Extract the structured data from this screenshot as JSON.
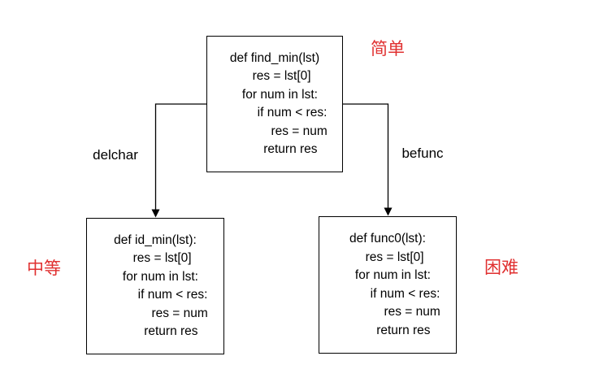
{
  "diagram": {
    "background": "#ffffff",
    "colors": {
      "difficulty_text": "#e03030",
      "node_border": "#000000",
      "code_text": "#000000",
      "connector": "#000000"
    },
    "nodes": {
      "root": {
        "difficulty_label": "简单",
        "code_lines": [
          "def find_min(lst)",
          "    res = lst[0]",
          "   for num in lst:",
          "          if num < res:",
          "              res = num",
          "         return res"
        ]
      },
      "left": {
        "difficulty_label": "中等",
        "code_lines": [
          "def id_min(lst):",
          "    res = lst[0]",
          "   for num in lst:",
          "          if num < res:",
          "              res = num",
          "         return res"
        ]
      },
      "right": {
        "difficulty_label": "困难",
        "code_lines": [
          "def func0(lst):",
          "    res = lst[0]",
          "   for num in lst:",
          "          if num < res:",
          "              res = num",
          "         return res"
        ]
      }
    },
    "edges": {
      "left": {
        "label": "delchar"
      },
      "right": {
        "label": "befunc"
      }
    }
  }
}
